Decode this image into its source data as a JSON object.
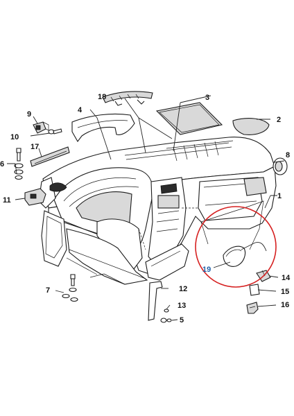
{
  "callouts": [
    {
      "id": "c1",
      "label": "1"
    },
    {
      "id": "c2",
      "label": "2"
    },
    {
      "id": "c3",
      "label": "3"
    },
    {
      "id": "c4",
      "label": "4"
    },
    {
      "id": "c5",
      "label": "5"
    },
    {
      "id": "c6",
      "label": "6"
    },
    {
      "id": "c7",
      "label": "7"
    },
    {
      "id": "c8",
      "label": "8"
    },
    {
      "id": "c9",
      "label": "9"
    },
    {
      "id": "c10",
      "label": "10"
    },
    {
      "id": "c11",
      "label": "11"
    },
    {
      "id": "c12",
      "label": "12"
    },
    {
      "id": "c13",
      "label": "13"
    },
    {
      "id": "c14",
      "label": "14"
    },
    {
      "id": "c15",
      "label": "15"
    },
    {
      "id": "c16",
      "label": "16"
    },
    {
      "id": "c17",
      "label": "17"
    },
    {
      "id": "c18",
      "label": "18"
    },
    {
      "id": "c19",
      "label": "19"
    }
  ],
  "colors": {
    "highlight_circle": "#d62020",
    "line": "#222222",
    "part_fill": "#ffffff",
    "part_shade": "#d9d9d9",
    "callout_19": "#1f5fa8"
  }
}
